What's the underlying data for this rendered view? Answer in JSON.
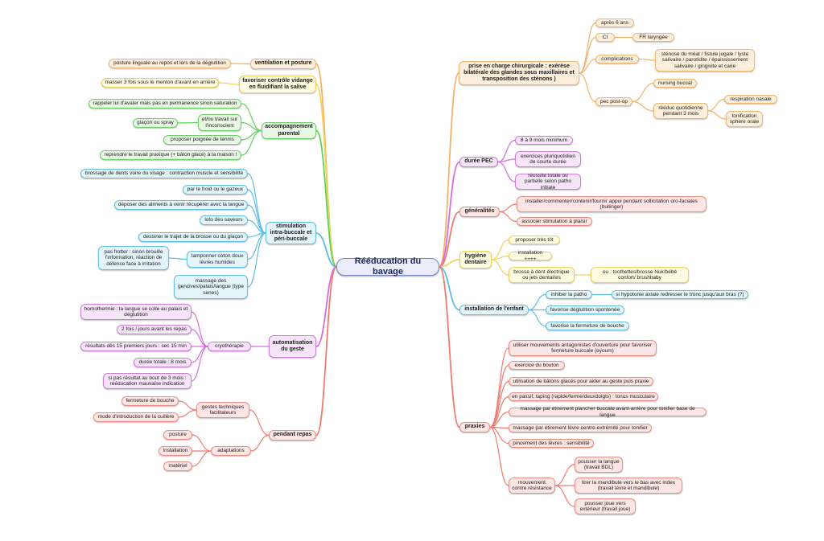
{
  "colors": {
    "central": {
      "bg": "#eaecf9",
      "border": "#7785c4",
      "line": "#7785c4"
    },
    "orange": {
      "bg": "#fdefdb",
      "border": "#f0b775",
      "line": "#f3b26a"
    },
    "yellow": {
      "bg": "#fffbe0",
      "border": "#ecd061",
      "line": "#f1d45c"
    },
    "green": {
      "bg": "#e8f8e5",
      "border": "#6fcf68",
      "line": "#5fd35a"
    },
    "blue": {
      "bg": "#e4f4fb",
      "border": "#68bedf",
      "line": "#5fbde4"
    },
    "pink": {
      "bg": "#f6e5f8",
      "border": "#cf7ddb",
      "line": "#d46ee0"
    },
    "red": {
      "bg": "#fde6e4",
      "border": "#ec8f86",
      "line": "#ef7b70"
    }
  },
  "mindmap": {
    "central": "Rééducation du bavage",
    "nodes": {
      "n_vent": "ventilation et posture",
      "n_vent_1": "posture linguale au repos et lors de la déglutition",
      "n_fav": "favoriser contrôle vidange en fluidifiant la salive",
      "n_fav_1": "masser 3 fois sous le menton d'avant en arrière",
      "n_acc": "accompagnement parental",
      "n_acc_1": "rappeler lui d'avaler mais pas en permanence sinon saturation",
      "n_acc_2": "et/ou travail sur l'inconscient",
      "n_acc_2a": "glaçon ou spray",
      "n_acc_3": "proposer poignée de tennis",
      "n_acc_4": "reprendre le travail praxique (+ bâton glacé) à la maison !",
      "n_stim": "stimulation intra-buccale et péri-buccale",
      "n_stim_1": "brossage de dents voire du visage : contraction muscle et sensibilité",
      "n_stim_2": "par le froid ou le gazeux",
      "n_stim_3": "déposer des aliments à venir récupérer avec la langue",
      "n_stim_4": "loto des saveurs",
      "n_stim_5": "dessiner le trajet de la brosse ou du glaçon",
      "n_stim_6": "tamponner coton doux lèvres humides",
      "n_stim_6a": "pas frotter : sinon brouille l'information, réaction de défence face à irritation",
      "n_stim_7": "massage des gencives/palais/langue (type senes)",
      "n_auto": "automatisation du geste",
      "n_cryo": "cryothérapie",
      "n_cryo_1": "homothermie : la langue se colle au palais et déglutition",
      "n_cryo_2": "2 fois / jours avant les repas",
      "n_cryo_3": "résultats dès 15 premiers jours : sec 15 min",
      "n_cryo_4": "durée totale : 8 mois",
      "n_cryo_5": "si pas résultat au bout de 3 mois : rééducation mauvaise indication",
      "n_rep": "pendant repas",
      "n_gest": "gestes techniques facilitateurs",
      "n_gest_1": "fermeture de bouche",
      "n_gest_2": "mode d'introduction de la cuillère",
      "n_adap": "adaptations",
      "n_adap_1": "posture",
      "n_adap_2": "installation",
      "n_adap_3": "matériel",
      "n_chir": "prise en charge chirurgicale : exérèse bilatérale des glandes sous maxillaires et transposition des sténons )",
      "n_chir_1": "après 6 ans",
      "n_chir_2": "CI",
      "n_chir_2a": "FR laryngée",
      "n_chir_3": "complications",
      "n_chir_3a": "sténose du méat / fistule jugale / lyste salivaire / parotidite / épaississement salivaire / gingivite et carie",
      "n_chir_4": "pec post-op",
      "n_chir_4a": "nursing buccal",
      "n_chir_4b": "rééduc quotidienne pendant 3 mois",
      "n_chir_4b1": "respiration nasale",
      "n_chir_4b2": "tonification sphère orale",
      "n_duree": "durée PEC",
      "n_duree_1": "8 à 9 mois minimum",
      "n_duree_2": "exercices pluriquotidien de courte durée",
      "n_duree_3": "réussite totale ou partielle selon patho initiale",
      "n_gen": "généralités",
      "n_gen_1": "installer/commenter/contenir/fournir appui pendant sollicitation oro-faciales (bullinger)",
      "n_gen_2": "associer stimulation à plaisir",
      "n_hyg": "hygiène dentaire",
      "n_hyg_1": "proposer très tôt",
      "n_hyg_2": "installation ++++",
      "n_hyg_3": "brosse à dent électrique ou jets dentaires",
      "n_hyg_3a": "ou : toothettes/brosse Nuk/bébé confort/ brushbaby",
      "n_inst": "installation de l'enfant",
      "n_inst_1": "inhiber la patho",
      "n_inst_1a": "si hypotonie axiale redresser le tronc jusqu'aux bras (?)",
      "n_inst_2": "favorise déglutition spontenée",
      "n_inst_3": "favorise la fermeture de bouche",
      "n_prax": "praxies",
      "n_prax_1": "utiliser mouvements antagonistes d'ouverture pour favoriser fermeture buccale (eyoum)",
      "n_prax_2": "exercice du bouton",
      "n_prax_3": "utilisation de bâtons glacés pour aider au geste puis praxie",
      "n_prax_4": "en passif, taping (rapide/ferme/deuxdoigts) : tonus musculaire",
      "n_prax_5": "massage par étirement plancher buccale avant-arrière pour tonifier base de langue",
      "n_prax_6": "massage par étirement lèvre centre-extrémité pour tonifier",
      "n_prax_7": "pincement des lèvres : sensibilité",
      "n_prax_8": "mouvement contre résistance",
      "n_prax_8a": "pousser la langue (travail BDL)",
      "n_prax_8b": "tirer la mandibule vers le bas avec index (travail lèvre et mandibule)",
      "n_prax_8c": "pousser joue vers extérieur (travail joue)"
    }
  }
}
